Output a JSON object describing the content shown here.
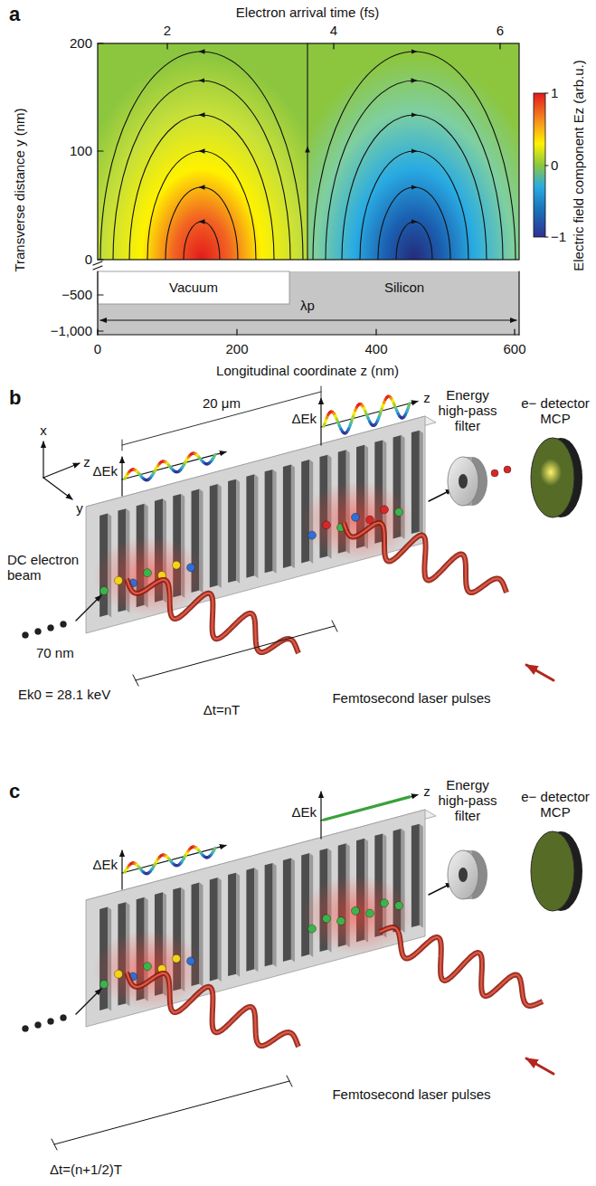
{
  "diagram": {
    "labels": [
      "a",
      "Electron arrival time (fs)",
      "2",
      "4",
      "6",
      "200",
      "100",
      "0",
      "−500",
      "−1,000",
      "Transverse distance y (nm)",
      "Vacuum",
      "Silicon",
      "λp",
      "0",
      "200",
      "400",
      "600",
      "Longitudinal coordinate z (nm)",
      "1",
      "0",
      "−1",
      "Electric field component Ez (arb.u.)",
      "b",
      "x",
      "z",
      "y",
      "20 μm",
      "ΔEk",
      "z",
      "Energy high-pass filter",
      "ΔEk",
      "e− detector MCP",
      "DC electron beam",
      "70 nm",
      "Ek0 = 28.1 keV",
      "Δt=nT",
      "Femtosecond laser pulses",
      "c",
      "Energy high-pass filter",
      "z",
      "ΔEk",
      "e− detector MCP",
      "ΔEk",
      "Femtosecond laser pulses",
      "Δt=(n+1/2)T"
    ]
  }
}
